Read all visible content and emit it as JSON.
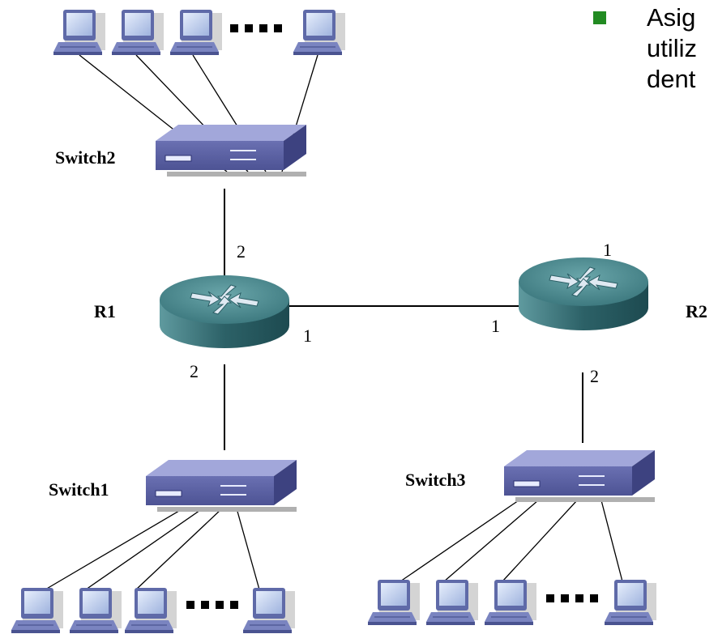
{
  "bullet": {
    "lines": [
      "Asig",
      "utiliz",
      "dent"
    ],
    "color": "#228b22"
  },
  "devices": {
    "switch2": "Switch2",
    "switch1": "Switch1",
    "switch3": "Switch3",
    "r1": "R1",
    "r2": "R2"
  },
  "ports": {
    "r1_top": "2",
    "r1_right": "1",
    "r1_bottom": "2",
    "r2_left": "1",
    "r2_top": "1",
    "r2_bottom": "2"
  },
  "colors": {
    "switch_top": "#9a9fd6",
    "switch_front": "#5a5fa0",
    "router_top": "#4e8a8f",
    "router_side": "#2f6a70",
    "pc_screen": "#c9d6f0",
    "pc_body": "#5f6aa8"
  }
}
